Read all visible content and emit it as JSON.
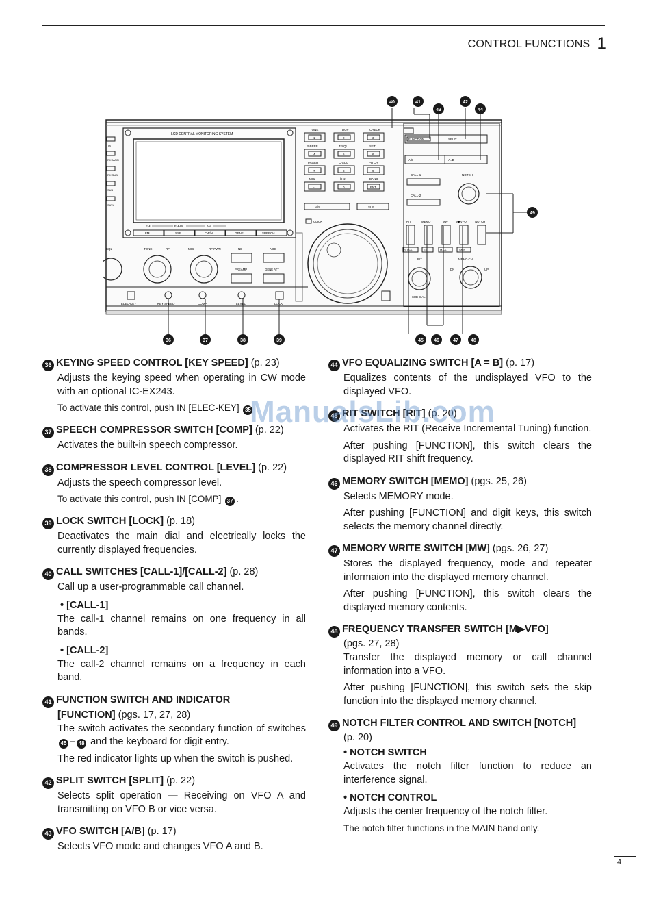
{
  "header": {
    "title": "CONTROL FUNCTIONS",
    "number": "1"
  },
  "watermark": "ManualsLib.com",
  "page_number": "4",
  "diagram": {
    "lcd_title": "LCD CENTRAL MONITORING SYSTEM",
    "keypad_top": [
      "TONE",
      "DUP",
      "CHECK"
    ],
    "keypad_row2": [
      "P-BEEP",
      "T-SQL",
      "SET"
    ],
    "keypad_row3": [
      "PAGER",
      "C-SQL",
      "PITCH"
    ],
    "keypad_row4": [
      "MHz",
      "kHz",
      "BAND"
    ],
    "digits": [
      "1",
      "2",
      "3",
      "4",
      "5",
      "6",
      "7",
      "8",
      "9",
      "-",
      "0",
      "ENT"
    ],
    "function_label": "FUNCTION",
    "split_label": "SPLIT",
    "ab_label": "A/B",
    "aeqb_label": "A=B",
    "call1": "CALL-1",
    "call2": "CALL-2",
    "notch_label": "NOTCH",
    "ms_label": "M/S",
    "sub_label": "SUB",
    "click_label": "CLICK",
    "mode_top": [
      "FM",
      "FM-W",
      "AM"
    ],
    "mode_buttons": [
      "FM",
      "SSB",
      "CW/N",
      "GENE",
      "SPEECH"
    ],
    "knob_labels": [
      "SQL",
      "TONE",
      "RF",
      "MIC",
      "RF PWR",
      "NB",
      "AGC"
    ],
    "preamp": "PREAMP",
    "gene_att": "GENE ATT",
    "bottom_labels": [
      "ELEC-KEY",
      "KEY SPEED",
      "COMP",
      "LEVEL",
      "LOCK"
    ],
    "mem_row_top": [
      "RIT",
      "MEMO",
      "MW",
      "M▶VFO",
      "NOTCH"
    ],
    "mem_row_bottom": [
      "RIT-CL",
      "ENT",
      "M-CL",
      "SKIP"
    ],
    "memo_ch": "MEMO CH",
    "dn": "DN",
    "up": "UP",
    "sub_dial": "SUB DIAL",
    "rit_knob": "RIT",
    "left_side": [
      "TX",
      "RX MAIN",
      "RX SUB",
      "SUB",
      "SATL"
    ],
    "callouts_top": [
      "40",
      "41",
      "43",
      "42",
      "44"
    ],
    "callout_right": "49",
    "callouts_bottom_left": [
      "36",
      "37",
      "38",
      "39"
    ],
    "callouts_bottom_right": [
      "45",
      "46",
      "47",
      "48"
    ]
  },
  "left_entries": {
    "e36": {
      "num": "36",
      "title": "KEYING SPEED CONTROL [KEY SPEED]",
      "page": "(p. 23)",
      "desc": "Adjusts the keying speed when operating in CW mode with an optional IC-EX243.",
      "note": "To activate this control, push IN [ELEC-KEY]",
      "note_ref": "35"
    },
    "e37": {
      "num": "37",
      "title": "SPEECH COMPRESSOR SWITCH [COMP]",
      "page": "(p. 22)",
      "desc": "Activates the built-in speech compressor."
    },
    "e38": {
      "num": "38",
      "title": "COMPRESSOR LEVEL CONTROL [LEVEL]",
      "page": "(p. 22)",
      "desc": "Adjusts the speech compressor level.",
      "note": "To activate this control, push IN [COMP]",
      "note_ref": "37",
      "note_end": "."
    },
    "e39": {
      "num": "39",
      "title": "LOCK SWITCH [LOCK]",
      "page": "(p. 18)",
      "desc": "Deactivates the main dial and electrically locks the currently displayed frequencies."
    },
    "e40": {
      "num": "40",
      "title": "CALL SWITCHES [CALL-1]/[CALL-2]",
      "page": "(p. 28)",
      "desc": "Call up a user-programmable call channel.",
      "sub1": "• [CALL-1]",
      "sub1_desc": "The call-1 channel remains on one frequency in all bands.",
      "sub2": "• [CALL-2]",
      "sub2_desc": "The call-2 channel remains on a frequency in each band."
    },
    "e41": {
      "num": "41",
      "title": "FUNCTION SWITCH AND INDICATOR",
      "title2": "[FUNCTION]",
      "page": "(pgs. 17, 27, 28)",
      "desc_a": "The switch activates the secondary function of switches",
      "ref_a": "45",
      "desc_sep": "–",
      "ref_b": "48",
      "desc_b": "and the keyboard for digit entry.",
      "note": "The red indicator lights up when the switch is pushed."
    },
    "e42": {
      "num": "42",
      "title": "SPLIT SWITCH [SPLIT]",
      "page": "(p. 22)",
      "desc": "Selects split operation — Receiving on VFO A and transmitting on VFO B or vice versa."
    },
    "e43": {
      "num": "43",
      "title": "VFO SWITCH [A/B]",
      "page": "(p. 17)",
      "desc": "Selects VFO mode and changes VFO A and B."
    }
  },
  "right_entries": {
    "e44": {
      "num": "44",
      "title": "VFO EQUALIZING SWITCH [A = B]",
      "page": "(p. 17)",
      "desc": "Equalizes contents of the undisplayed VFO to the displayed VFO."
    },
    "e45": {
      "num": "45",
      "title": "RIT SWITCH [RIT]",
      "page": "(p. 20)",
      "desc": "Activates the RIT (Receive Incremental Tuning) function.",
      "desc2": "After pushing [FUNCTION], this switch clears the displayed RIT shift frequency."
    },
    "e46": {
      "num": "46",
      "title": "MEMORY SWITCH [MEMO]",
      "page": "(pgs. 25, 26)",
      "desc": "Selects MEMORY mode.",
      "desc2": "After pushing [FUNCTION] and digit keys, this switch selects the memory channel directly."
    },
    "e47": {
      "num": "47",
      "title": "MEMORY WRITE SWITCH [MW]",
      "page": "(pgs. 26, 27)",
      "desc": "Stores the displayed frequency, mode and repeater informaion into the displayed memory channel.",
      "desc2": "After pushing [FUNCTION], this switch clears the displayed memory contents."
    },
    "e48": {
      "num": "48",
      "title": "FREQUENCY TRANSFER SWITCH [M▶VFO]",
      "page": "(pgs. 27, 28)",
      "desc": "Transfer the displayed memory or call channel information into a VFO.",
      "desc2": "After pushing [FUNCTION], this switch sets the skip function into the displayed memory channel."
    },
    "e49": {
      "num": "49",
      "title": "NOTCH FILTER CONTROL AND SWITCH [NOTCH]",
      "page": "(p. 20)",
      "sub1": "• NOTCH SWITCH",
      "sub1_desc": "Activates the notch filter function to reduce an interference signal.",
      "sub2": "• NOTCH CONTROL",
      "sub2_desc": "Adjusts the center frequency of the notch filter.",
      "note": "The notch filter functions in the MAIN band only."
    }
  }
}
